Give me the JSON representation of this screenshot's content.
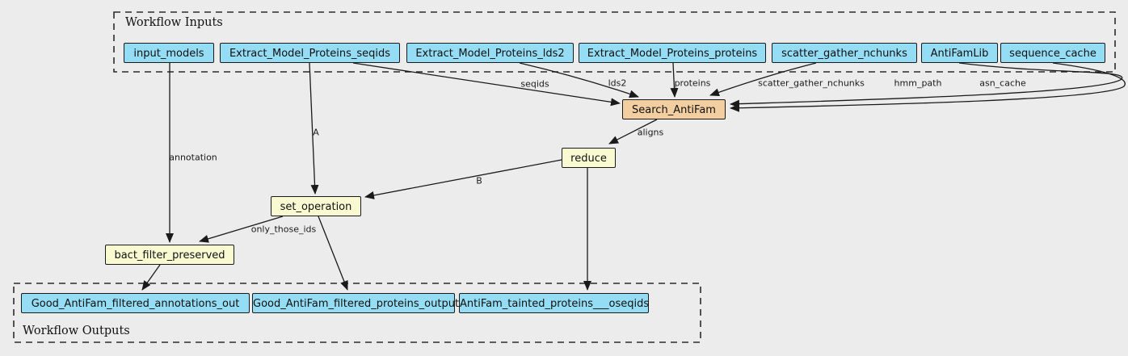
{
  "diagram": {
    "inputs_group_label": "Workflow Inputs",
    "outputs_group_label": "Workflow Outputs"
  },
  "inputs": {
    "items": [
      {
        "label": "input_models"
      },
      {
        "label": "Extract_Model_Proteins_seqids"
      },
      {
        "label": "Extract_Model_Proteins_lds2"
      },
      {
        "label": "Extract_Model_Proteins_proteins"
      },
      {
        "label": "scatter_gather_nchunks"
      },
      {
        "label": "AntiFamLib"
      },
      {
        "label": "sequence_cache"
      }
    ]
  },
  "steps": {
    "items": [
      {
        "label": "Search_AntiFam",
        "type": "subworkflow"
      },
      {
        "label": "reduce",
        "type": "tool"
      },
      {
        "label": "set_operation",
        "type": "tool"
      },
      {
        "label": "bact_filter_preserved",
        "type": "tool"
      }
    ]
  },
  "outputs": {
    "items": [
      {
        "label": "Good_AntiFam_filtered_annotations_out"
      },
      {
        "label": "Good_AntiFam_filtered_proteins_output"
      },
      {
        "label": "AntiFam_tainted_proteins___oseqids"
      }
    ]
  },
  "edge_labels": {
    "seqids": "seqids",
    "lds2": "lds2",
    "proteins": "proteins",
    "scatter_gather_nchunks": "scatter_gather_nchunks",
    "hmm_path": "hmm_path",
    "asn_cache": "asn_cache",
    "aligns": "aligns",
    "a": "A",
    "b": "B",
    "annotation": "annotation",
    "only_those_ids": "only_those_ids"
  },
  "colors": {
    "background": "#ececec",
    "io_node_fill": "#94ddf4",
    "tool_node_fill": "#fafad2",
    "subworkflow_node_fill": "#f3cea1",
    "node_border": "#1a1a1a",
    "edge": "#1a1a1a",
    "cluster_border": "#2b2b2b"
  }
}
